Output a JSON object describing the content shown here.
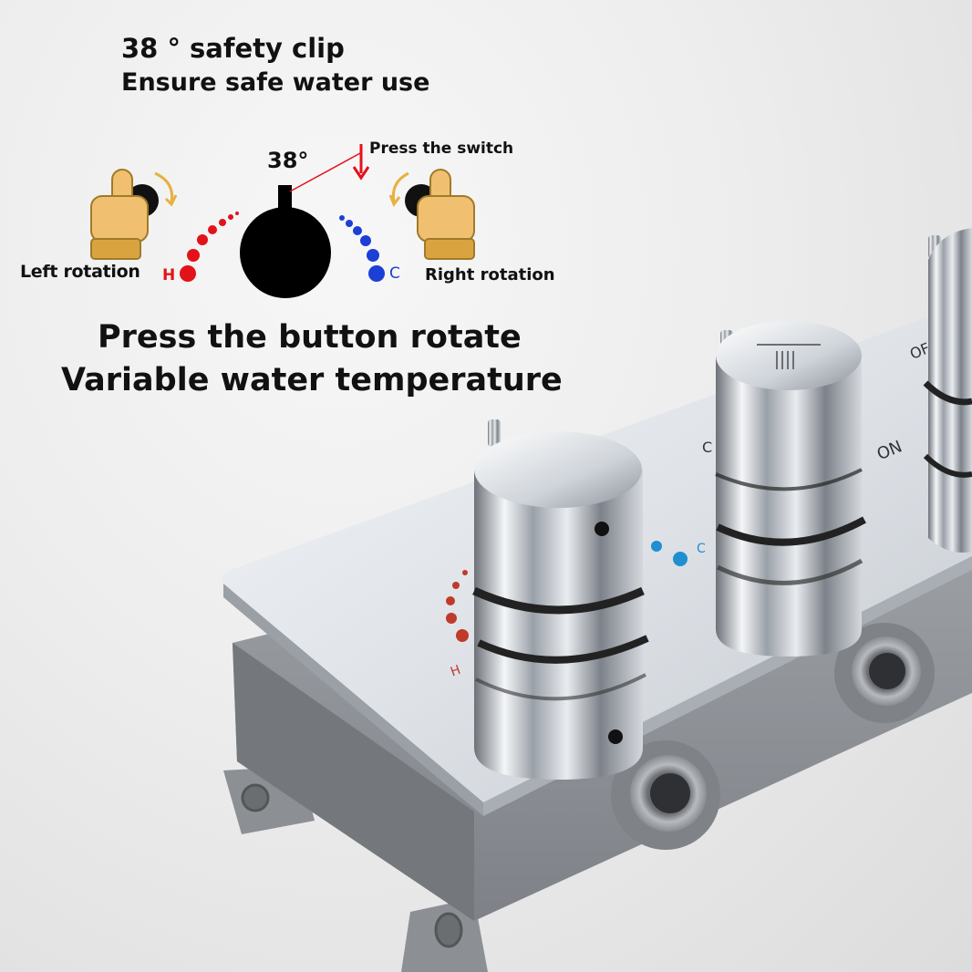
{
  "header": {
    "headline": "38 ° safety clip",
    "subline": "Ensure safe water use"
  },
  "diagram": {
    "angle_label": "38°",
    "press_label": "Press the switch",
    "left_rotation": "Left rotation",
    "right_rotation": "Right rotation",
    "hot_letter": "H",
    "cold_letter": "C",
    "hot_color": "#e3121a",
    "cold_color": "#1c3fd6",
    "hand_color": "#f0c070"
  },
  "tagline": {
    "line1": "Press the button rotate",
    "line2": "Variable water temperature"
  },
  "product": {
    "panel_label_on": "ON",
    "panel_label_off": "OF",
    "panel_label_hot": "H",
    "panel_label_cold": "C",
    "chrome_color": "#c8ccd2",
    "housing_color": "#8f9298"
  }
}
